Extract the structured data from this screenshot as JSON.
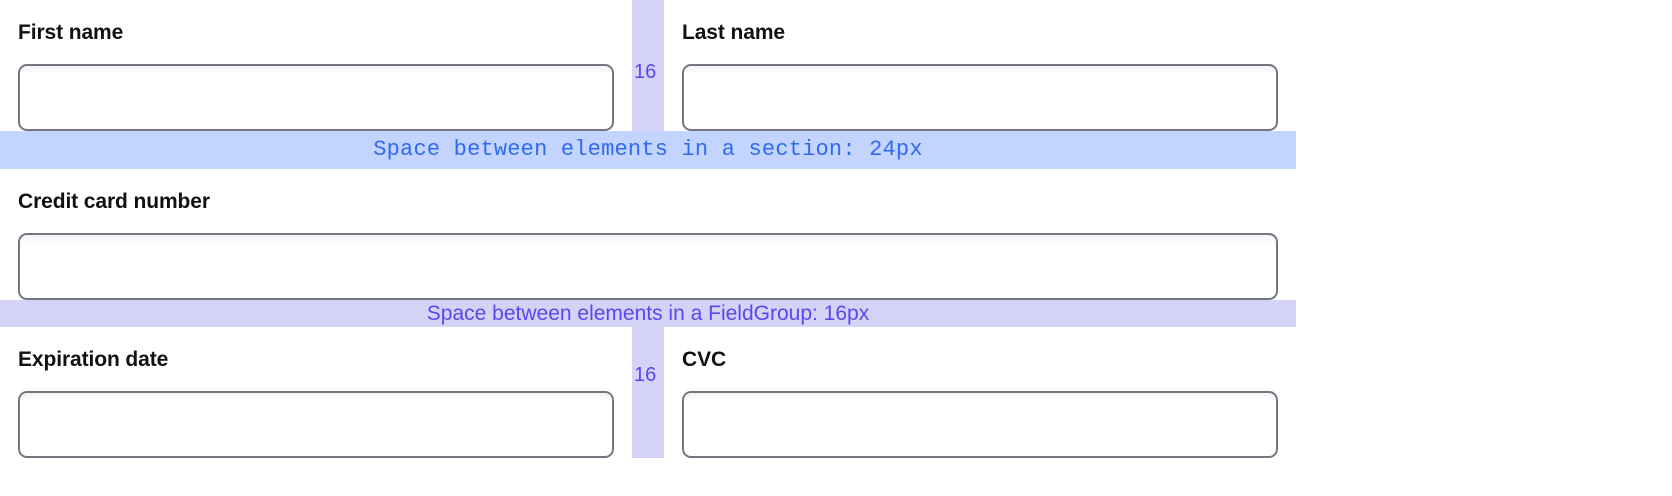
{
  "form": {
    "rows": [
      {
        "id": "name-row",
        "left": {
          "name": "first-name",
          "label": "First name",
          "value": "",
          "placeholder": ""
        },
        "right": {
          "name": "last-name",
          "label": "Last name",
          "value": "",
          "placeholder": ""
        },
        "gap_label": "16"
      },
      {
        "id": "expiry-row",
        "left": {
          "name": "expiration-date",
          "label": "Expiration date",
          "value": "",
          "placeholder": ""
        },
        "right": {
          "name": "cvc",
          "label": "CVC",
          "value": "",
          "placeholder": ""
        },
        "gap_label": "16"
      }
    ],
    "card_number": {
      "name": "credit-card-number",
      "label": "Credit card number",
      "value": "",
      "placeholder": ""
    }
  },
  "annotations": {
    "section_band": {
      "text": "Space between elements in a section: 24px",
      "background": "#c3d4fe",
      "color": "#2f6bf2"
    },
    "fieldgroup_band": {
      "text": "Space between elements in a FieldGroup: 16px",
      "background": "#d5d2f8",
      "color": "#5b46f0"
    },
    "gap_strip": {
      "background": "#d5d2f8",
      "color": "#5b46f0"
    }
  },
  "colors": {
    "page_background": "#ffffff",
    "input_border": "#74777f",
    "label_text": "#111111"
  }
}
